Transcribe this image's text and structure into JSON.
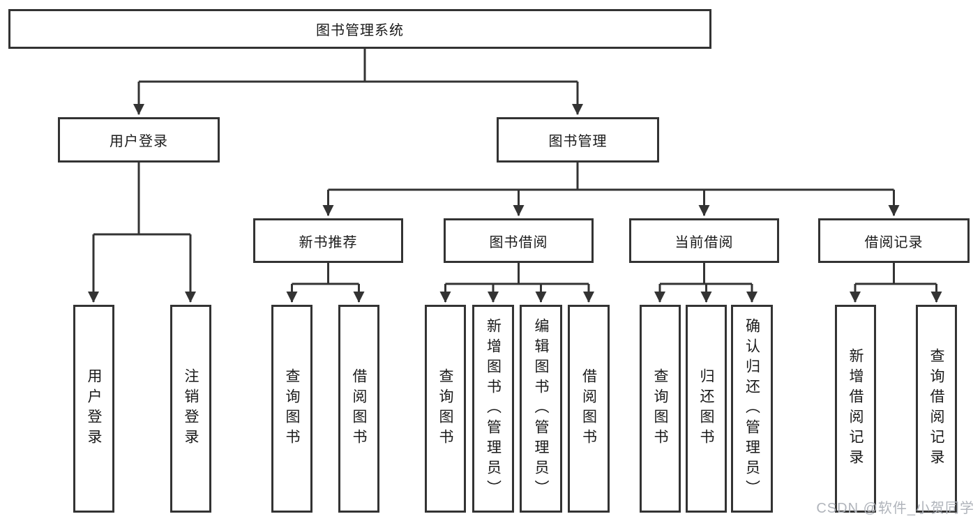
{
  "diagram": {
    "root": {
      "label": "图书管理系统"
    },
    "level2": [
      {
        "label": "用户登录"
      },
      {
        "label": "图书管理"
      }
    ],
    "login_leaves": [
      {
        "label": "用户登录"
      },
      {
        "label": "注销登录"
      }
    ],
    "groups": [
      {
        "label": "新书推荐",
        "leaves": [
          {
            "label": "查询图书"
          },
          {
            "label": "借阅图书"
          }
        ]
      },
      {
        "label": "图书借阅",
        "leaves": [
          {
            "label": "查询图书"
          },
          {
            "label": "新增图书（管理员）"
          },
          {
            "label": "编辑图书（管理员）"
          },
          {
            "label": "借阅图书"
          }
        ]
      },
      {
        "label": "当前借阅",
        "leaves": [
          {
            "label": "查询图书"
          },
          {
            "label": "归还图书"
          },
          {
            "label": "确认归还（管理员）"
          }
        ]
      },
      {
        "label": "借阅记录",
        "leaves": [
          {
            "label": "新增借阅记录"
          },
          {
            "label": "查询借阅记录"
          }
        ]
      }
    ],
    "watermark": "CSDN @软件_小贺同学",
    "colors": {
      "line": "#333333",
      "text": "#1a1a1a",
      "watermark": "#b0b4bb",
      "background": "#ffffff"
    }
  }
}
